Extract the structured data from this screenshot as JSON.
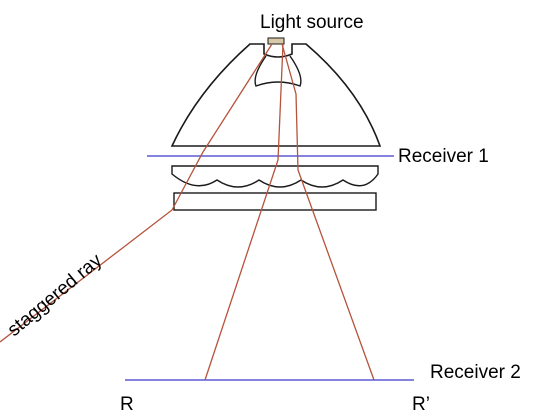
{
  "labels": {
    "light_source": "Light source",
    "receiver_1": "Receiver 1",
    "receiver_2": "Receiver 2",
    "staggered_ray": "staggered ray",
    "point_r": "R",
    "point_r_prime": "R’"
  },
  "colors": {
    "outline": "#1a1a1a",
    "receiver_line": "#5b5bd6",
    "ray": "#b5533c",
    "text": "#000000"
  }
}
